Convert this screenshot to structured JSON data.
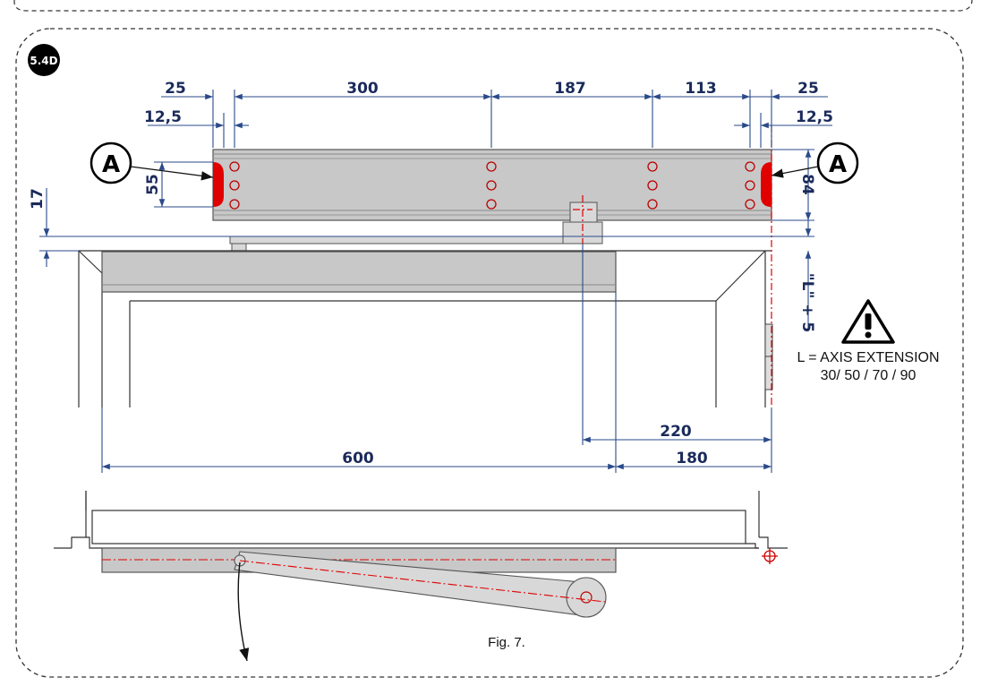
{
  "section_badge": "5.4D",
  "dimensions": {
    "d25_left": "25",
    "d12_5_left": "12,5",
    "d300": "300",
    "d187": "187",
    "d113": "113",
    "d25_right": "25",
    "d12_5_right": "12,5",
    "d55": "55",
    "d84": "84",
    "d17": "17",
    "dL5": "\"L\" + 5",
    "d220": "220",
    "d600": "600",
    "d180": "180"
  },
  "callouts": {
    "left": "A",
    "right": "A"
  },
  "warning": {
    "line1": "L = AXIS EXTENSION",
    "line2": "30/ 50 / 70 / 90"
  },
  "caption": "Fig. 7.",
  "colors": {
    "dimension_text": "#1a2a5a",
    "dimension_line": "#2a4a8a",
    "highlight": "#e00000",
    "plate": "#c8c8c8"
  }
}
